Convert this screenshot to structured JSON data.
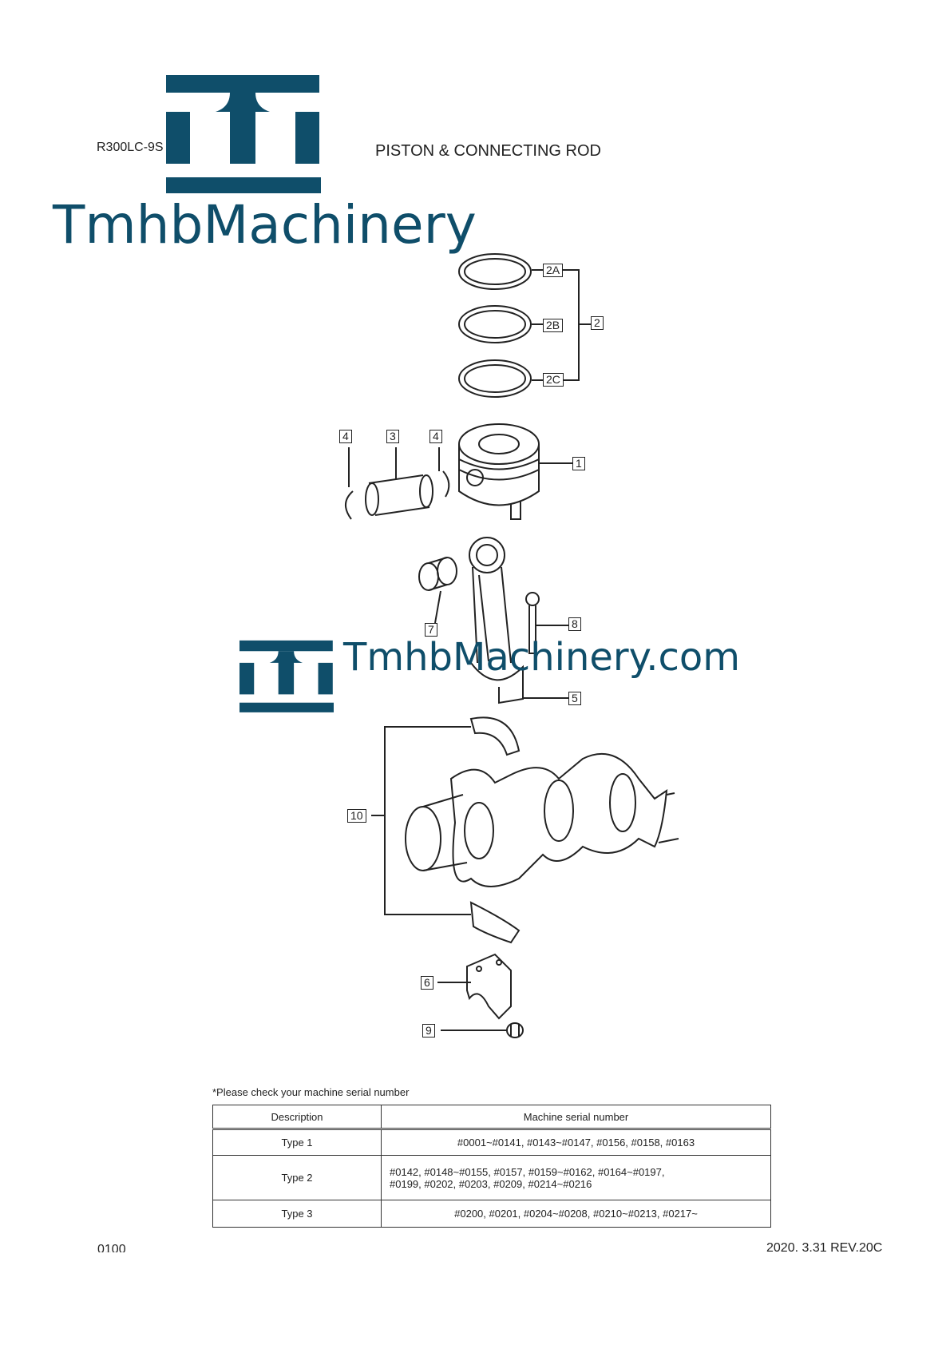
{
  "header": {
    "model": "R300LC-9S",
    "title": "PISTON & CONNECTING ROD"
  },
  "watermark": {
    "brand": "TmhbMachinery",
    "site": "TmhbMachinery.com",
    "color": "#0f4e6a"
  },
  "callouts": {
    "c2a": "2A",
    "c2b": "2B",
    "c2c": "2C",
    "c2": "2",
    "c1": "1",
    "c3": "3",
    "c4a": "4",
    "c4b": "4",
    "c5": "5",
    "c6": "6",
    "c7": "7",
    "c8": "8",
    "c9": "9",
    "c10": "10"
  },
  "note": "*Please check your machine serial number",
  "table": {
    "headers": [
      "Description",
      "Machine serial number"
    ],
    "rows": [
      {
        "desc": "Type 1",
        "serial": [
          "#0001~#0141, #0143~#0147, #0156, #0158, #0163"
        ]
      },
      {
        "desc": "Type 2",
        "serial": [
          "#0142, #0148~#0155, #0157, #0159~#0162, #0164~#0197,",
          "#0199, #0202, #0203, #0209, #0214~#0216"
        ]
      },
      {
        "desc": "Type 3",
        "serial": [
          "#0200, #0201, #0204~#0208, #0210~#0213, #0217~"
        ]
      }
    ]
  },
  "footer": {
    "page": "0100",
    "revision": "2020. 3.31  REV.20C"
  }
}
